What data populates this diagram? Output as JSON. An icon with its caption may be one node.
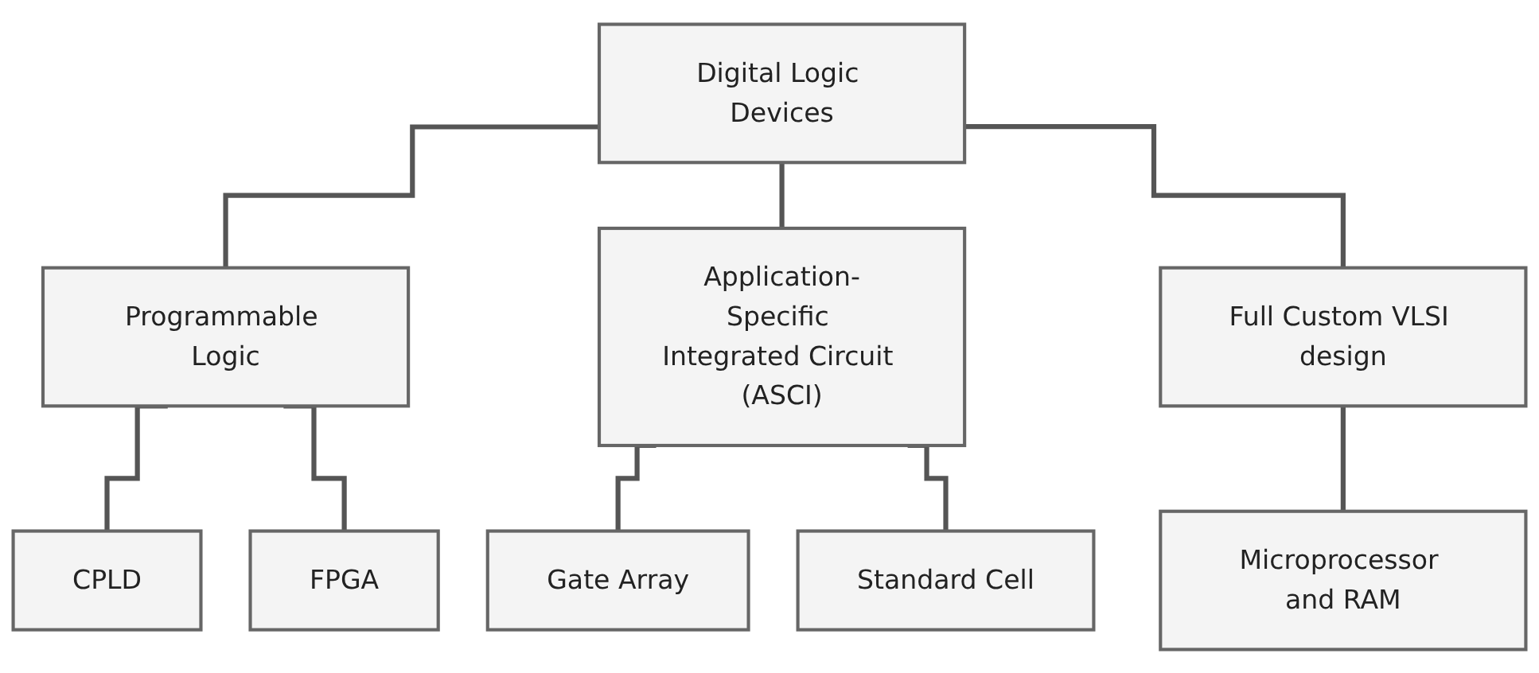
{
  "diagram": {
    "nodes": [
      {
        "text": [
          "Digital Logic Devices"
        ]
      },
      {
        "text": [
          "Programmable Logic"
        ]
      },
      {
        "text": [
          "Application-Specific Integrated Circuit (ASCI)"
        ]
      },
      {
        "text": [
          "Full Custom VLSI design"
        ]
      },
      {
        "text": [
          "CPLD"
        ]
      },
      {
        "text": [
          "FPGA"
        ]
      },
      {
        "text": [
          "Gate Array"
        ]
      },
      {
        "text": [
          "Standard Cell"
        ]
      },
      {
        "text": [
          "Microprocessor and RAM"
        ]
      }
    ],
    "edges": [
      {
        "from": 0,
        "to": 1,
        "arrow": "none"
      },
      {
        "from": 0,
        "to": 2,
        "arrow": "none"
      },
      {
        "from": 0,
        "to": 3,
        "arrow": "none"
      },
      {
        "from": 1,
        "to": 4,
        "arrow": "none"
      },
      {
        "from": 1,
        "to": 5,
        "arrow": "none"
      },
      {
        "from": 2,
        "to": 6,
        "arrow": "none"
      },
      {
        "from": 2,
        "to": 7,
        "arrow": "none"
      },
      {
        "from": 3,
        "to": 8,
        "arrow": "none"
      }
    ]
  }
}
